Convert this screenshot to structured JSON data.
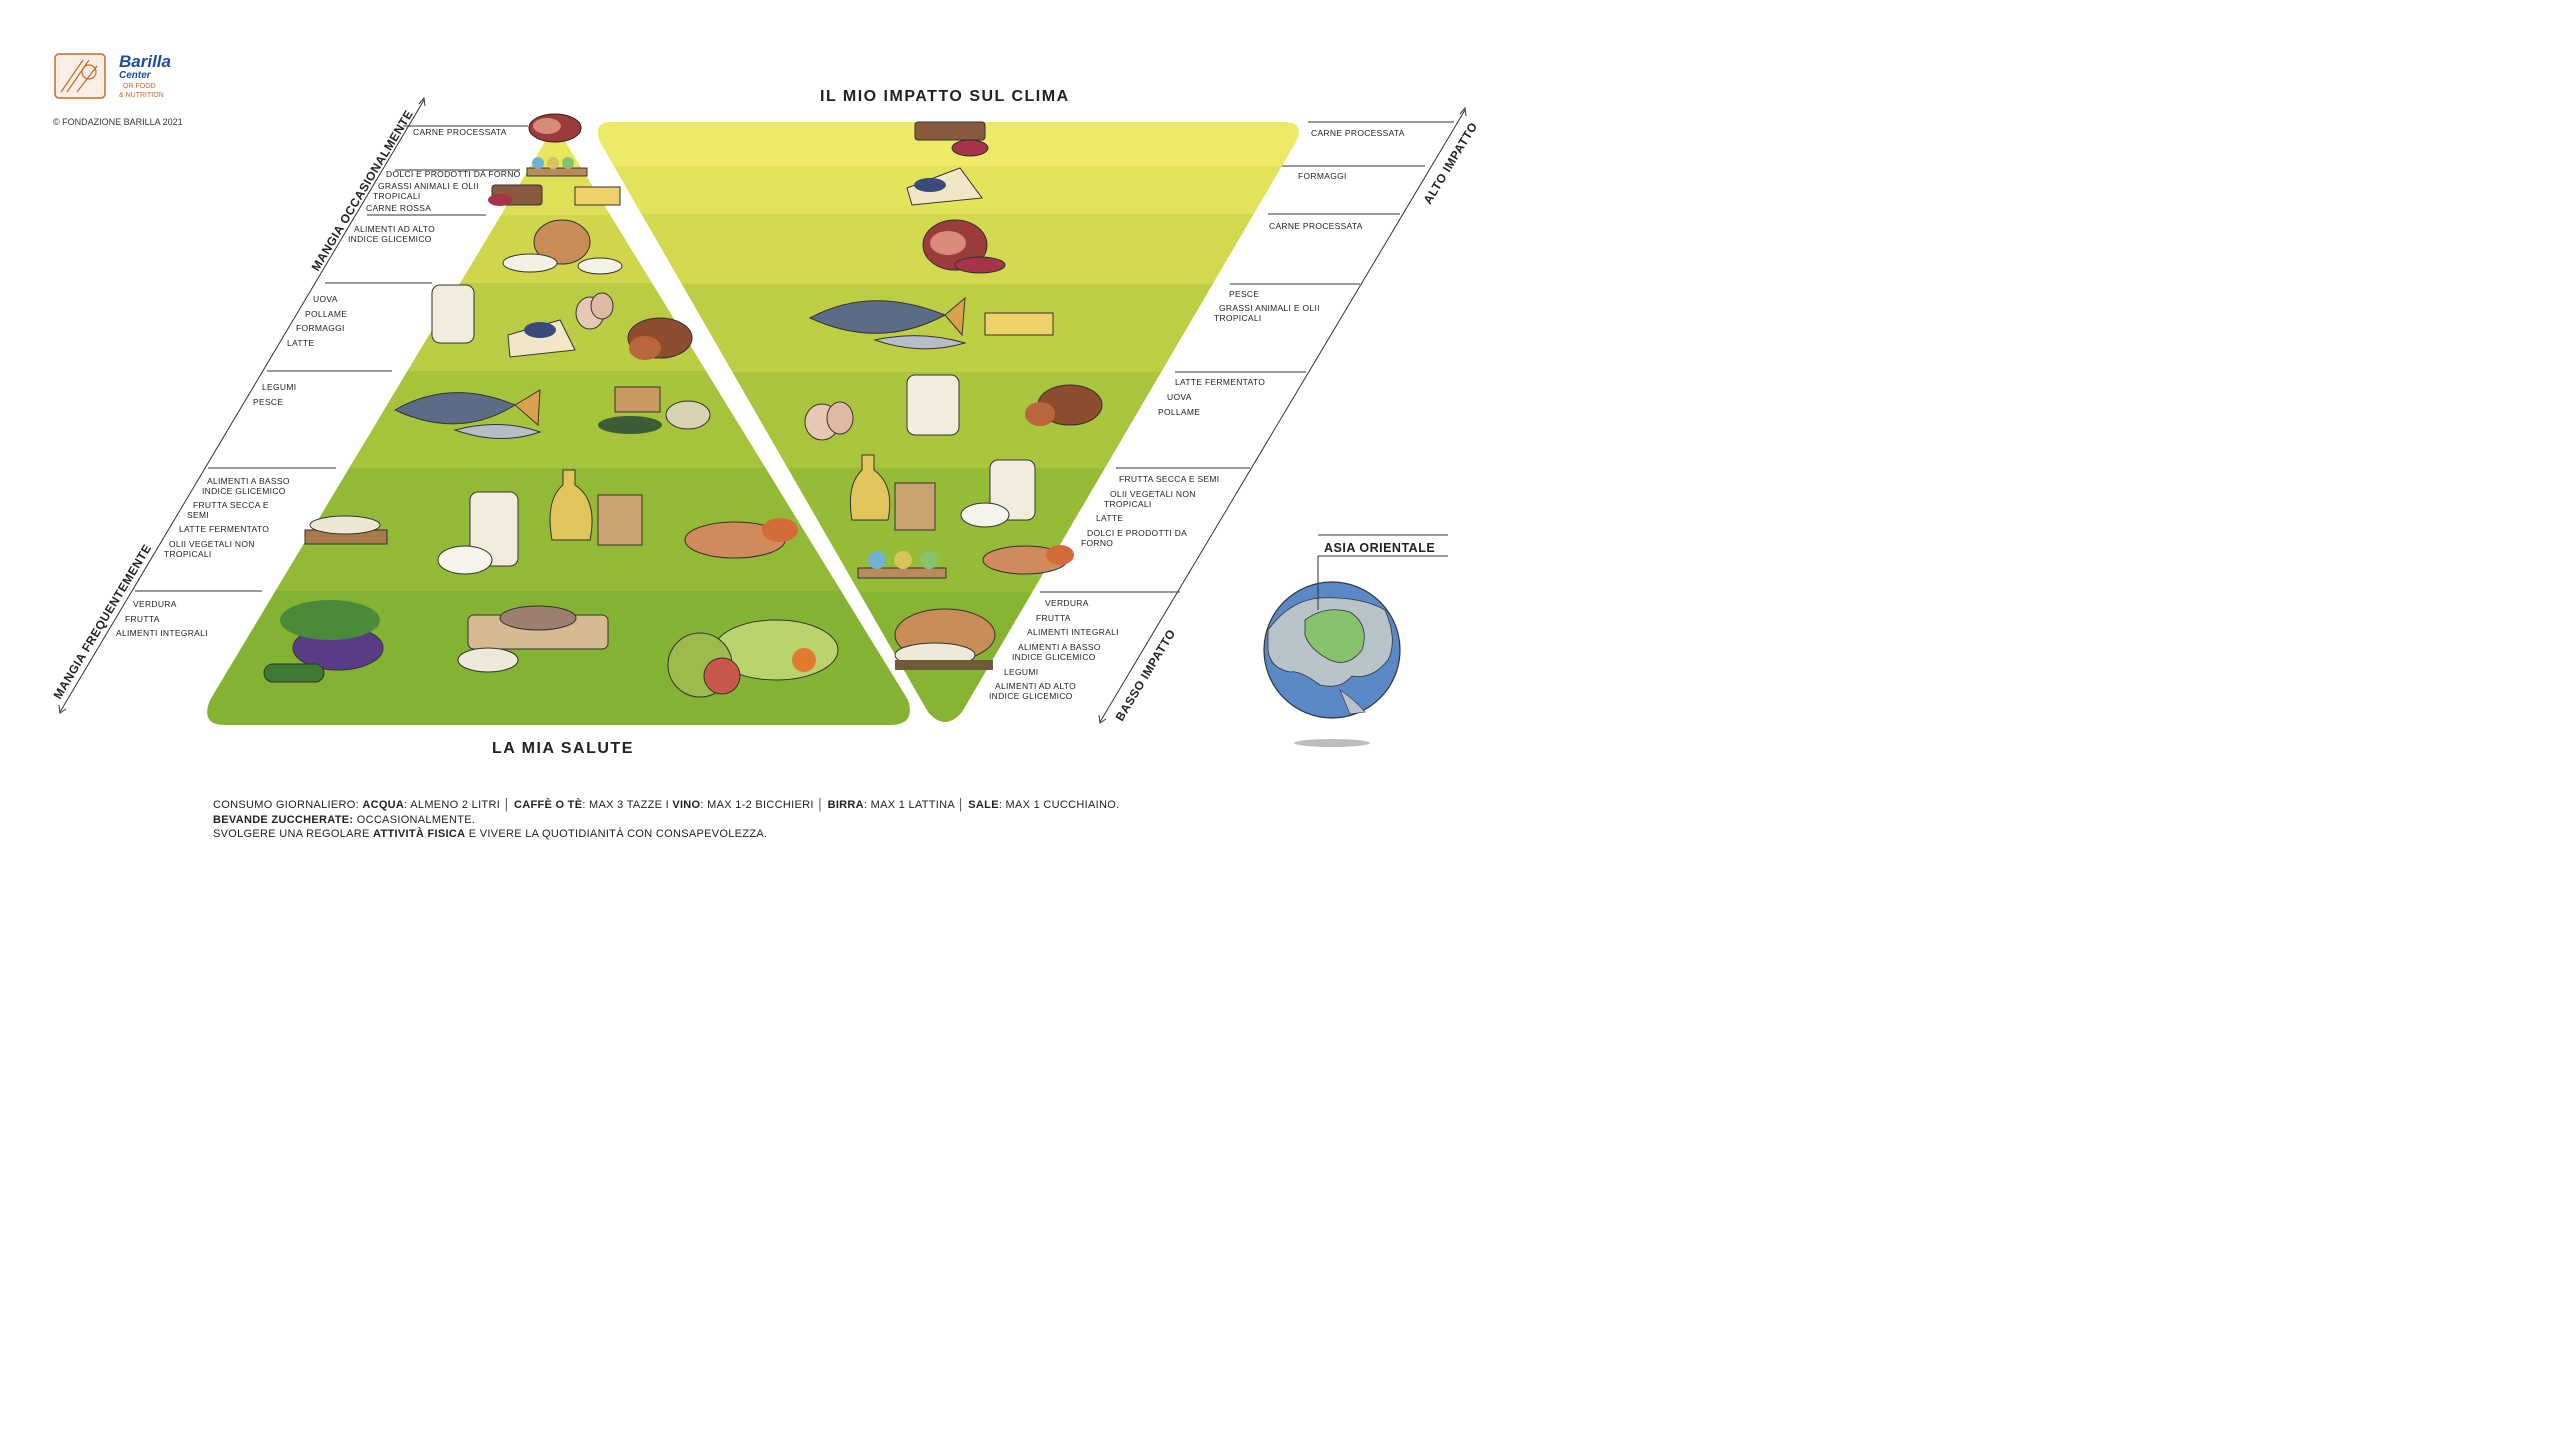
{
  "brand": {
    "name": "Barilla",
    "sub": "Center",
    "tag1": "OR FOOD",
    "tag2": "& NUTRITION",
    "copyright": "© FONDAZIONE BARILLA 2021"
  },
  "titles": {
    "climate": "IL MIO IMPATTO SUL CLIMA",
    "health": "LA MIA SALUTE"
  },
  "left_axis": {
    "top": "MANGIA OCCASIONALMENTE",
    "bottom": "MANGIA FREQUENTEMENTE"
  },
  "right_axis": {
    "top": "ALTO IMPATTO",
    "bottom": "BASSO IMPATTO"
  },
  "health_labels": [
    "CARNE PROCESSATA",
    "DOLCI E PRODOTTI DA FORNO",
    "GRASSI ANIMALI E OLII",
    "TROPICALI",
    "CARNE ROSSA",
    "ALIMENTI AD ALTO",
    "INDICE GLICEMICO",
    "UOVA",
    "POLLAME",
    "FORMAGGI",
    "LATTE",
    "LEGUMI",
    "PESCE",
    "ALIMENTI A BASSO",
    "INDICE GLICEMICO",
    "FRUTTA SECCA E",
    "SEMI",
    "LATTE FERMENTATO",
    "OLII VEGETALI NON",
    "TROPICALI",
    "VERDURA",
    "FRUTTA",
    "ALIMENTI INTEGRALI"
  ],
  "climate_labels": [
    "CARNE PROCESSATA",
    "FORMAGGI",
    "CARNE PROCESSATA",
    "PESCE",
    "GRASSI ANIMALI E  OLII",
    "TROPICALI",
    "LATTE FERMENTATO",
    "UOVA",
    "POLLAME",
    "FRUTTA SECCA E SEMI",
    "OLII VEGETALI NON",
    "TROPICALI",
    "LATTE",
    "DOLCI E PRODOTTI DA",
    "FORNO",
    "VERDURA",
    "FRUTTA",
    "ALIMENTI INTEGRALI",
    "ALIMENTI A BASSO",
    "INDICE GLICEMICO",
    "LEGUMI",
    "ALIMENTI AD ALTO",
    "INDICE GLICEMICO"
  ],
  "region": "ASIA ORIENTALE",
  "footer": {
    "l1_a": "CONSUMO GIORNALIERO: ",
    "l1_b": "ACQUA",
    "l1_c": ": ALMENO 2 LITRI │ ",
    "l1_d": "CAFFÈ O TÈ",
    "l1_e": ": MAX 3 TAZZE I ",
    "l1_f": "VINO",
    "l1_g": ": MAX 1-2 BICCHIERI │ ",
    "l1_h": "BIRRA",
    "l1_i": ": MAX 1 LATTINA │ ",
    "l1_j": "SALE",
    "l1_k": ": MAX 1 CUCCHIAINO.",
    "l2_a": "BEVANDE ZUCCHERATE:",
    "l2_b": " OCCASIONALMENTE.",
    "l3_a": "SVOLGERE UNA REGOLARE ",
    "l3_b": "ATTIVITÀ FISICA",
    "l3_c": " E VIVERE LA QUOTIDIANITÀ CON CONSAPEVOLEZZA."
  },
  "colors": {
    "band1": "#e8e65c",
    "band2": "#dde055",
    "band3": "#cfd64c",
    "band4": "#b9cc44",
    "band5": "#a6c33c",
    "band6": "#93ba36",
    "band7": "#84b232",
    "brand_blue": "#1d4e9a",
    "brand_orange": "#c8692b"
  }
}
